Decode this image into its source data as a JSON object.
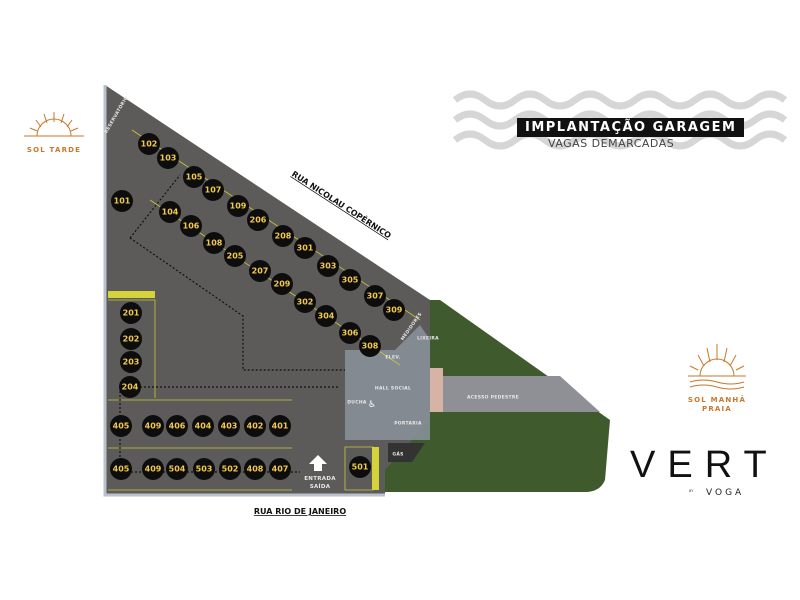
{
  "header": {
    "title": "IMPLANTAÇÃO GARAGEM",
    "subtitle": "VAGAS DEMARCADAS"
  },
  "logos": {
    "sol_tarde": "SOL TARDE",
    "sol_manha_line1": "SOL MANHÃ",
    "sol_manha_line2": "PRAIA",
    "brand": "VERT",
    "brand_by": "BY",
    "brand_sub": "VOGA"
  },
  "streets": {
    "north": "RUA NICOLAU COPÉRNICO",
    "south": "RUA RIO DE JANEIRO"
  },
  "rooms": {
    "reservatorio": "RESERVATÓRIO",
    "medidores": "MEDIDORES",
    "lixeira": "LIXEIRA",
    "elev": "ELEV.",
    "hall_social": "HALL SOCIAL",
    "ducha": "DUCHA",
    "portaria": "PORTARIA",
    "gas": "GÁS",
    "acesso_pedestre": "ACESSO PEDESTRE",
    "entrada": "ENTRADA",
    "saida": "SAÍDA"
  },
  "parking_spots": [
    "102",
    "103",
    "105",
    "107",
    "109",
    "206",
    "208",
    "301",
    "303",
    "305",
    "307",
    "309",
    "101",
    "104",
    "106",
    "108",
    "205",
    "207",
    "209",
    "302",
    "304",
    "306",
    "308",
    "201",
    "202",
    "203",
    "204",
    "405",
    "409",
    "406",
    "404",
    "403",
    "402",
    "401",
    "405",
    "409",
    "504",
    "503",
    "502",
    "408",
    "407",
    "501"
  ],
  "colors": {
    "spot_fill": "#0d0d0d",
    "spot_text": "#f2c94c",
    "lane_lines": "#c8c83a",
    "asphalt": "#5d5a5a",
    "grass": "#3f5a2c",
    "logo": "#c9772a"
  }
}
